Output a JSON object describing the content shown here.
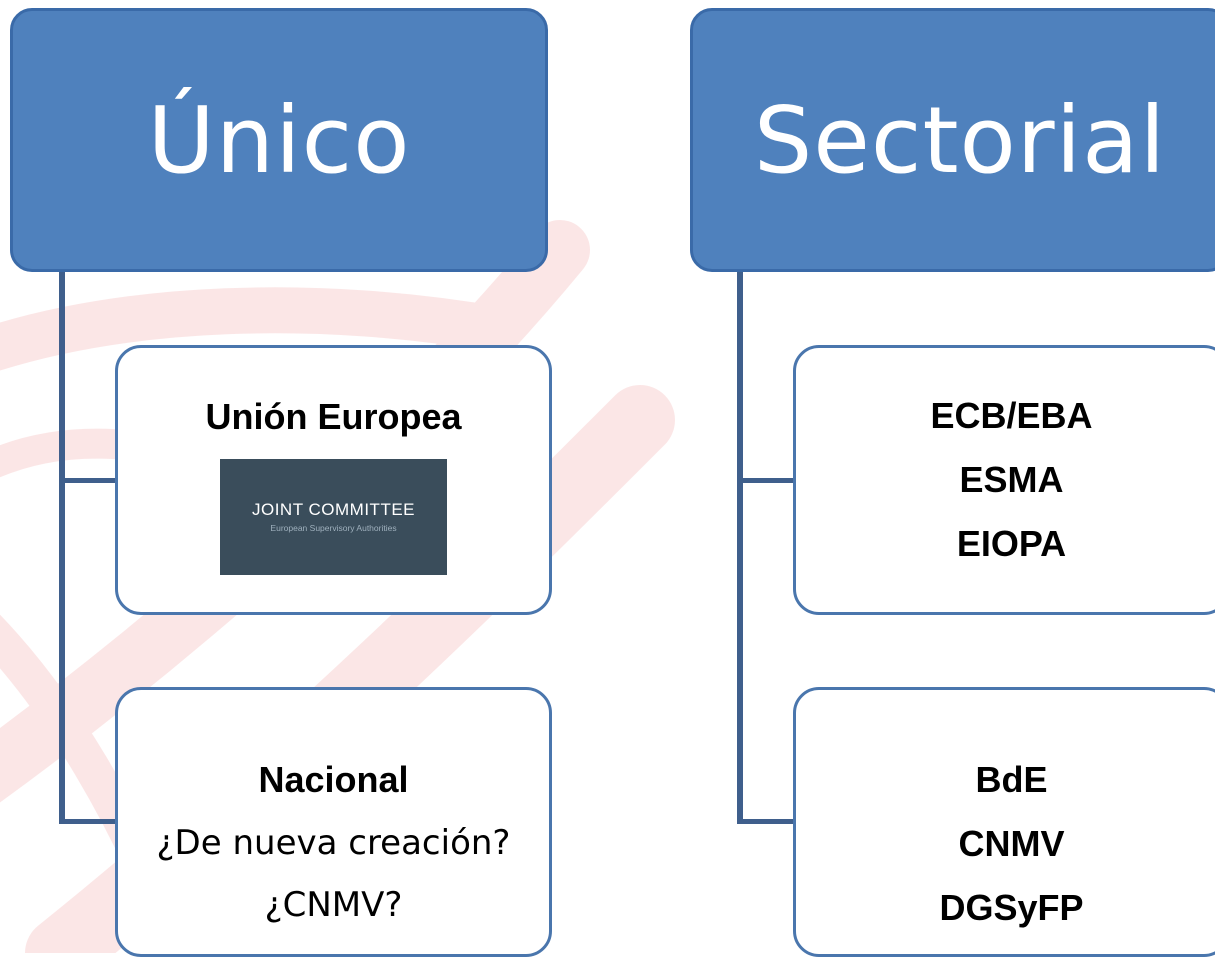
{
  "columns": [
    {
      "header": "Único",
      "children": [
        {
          "title": "Unión Europea",
          "logo": {
            "name": "joint-committee-logo",
            "title": "JOINT COMMITTEE",
            "subtitle": "European Supervisory Authorities",
            "background": "#3a4d5b"
          }
        },
        {
          "title": "Nacional",
          "lines": [
            "¿De nueva creación?",
            "¿CNMV?"
          ]
        }
      ]
    },
    {
      "header": "Sectorial",
      "children": [
        {
          "lines_bold": [
            "ECB/EBA",
            "ESMA",
            "EIOPA"
          ]
        },
        {
          "lines_bold": [
            "BdE",
            "CNMV",
            "DGSyFP"
          ]
        }
      ]
    }
  ],
  "colors": {
    "header_fill": "#4f81bd",
    "header_text": "#ffffff",
    "box_border": "#4a76ad",
    "connector": "#3f5f8c",
    "watermark": "#e64a4a"
  }
}
